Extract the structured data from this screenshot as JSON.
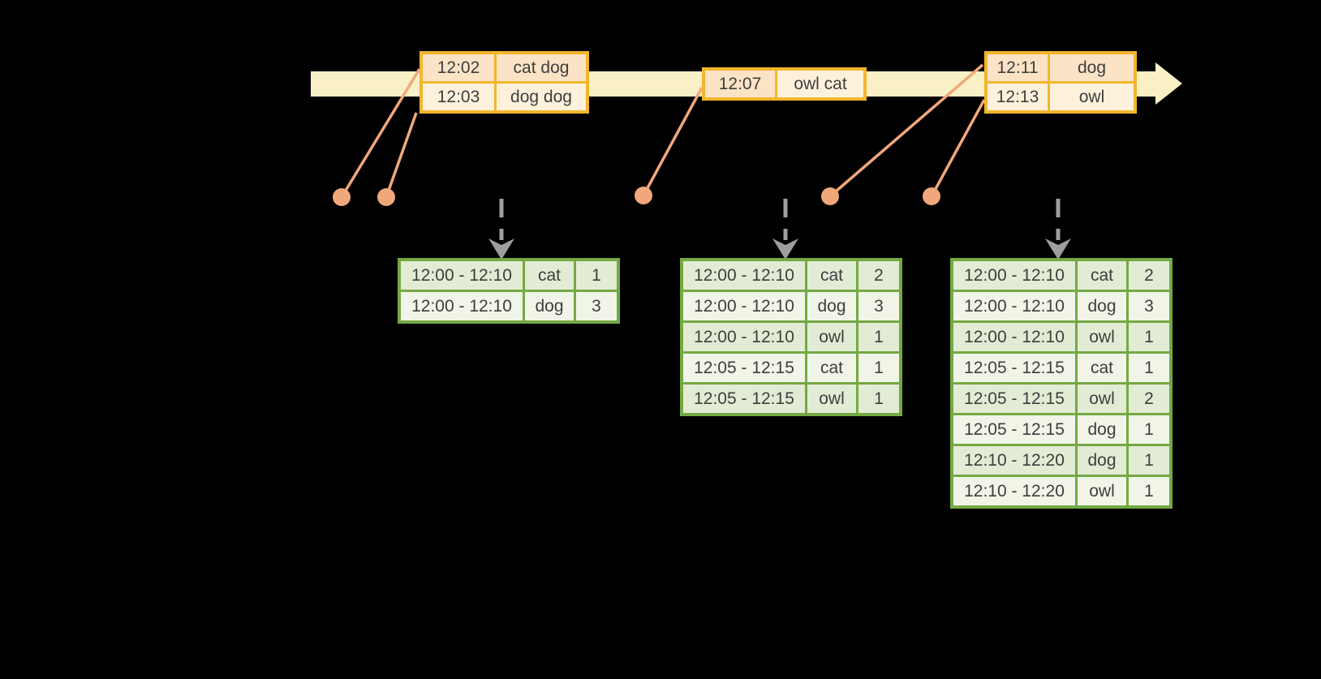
{
  "colors": {
    "gold": "#F2B62C",
    "peach-dark": "#FBE3C6",
    "peach-light": "#FDF1DC",
    "bar": "#FAF0C6",
    "orange": "#F0A87B",
    "green": "#75A944",
    "green-dark": "#E2EBD4",
    "green-light": "#F0F5E8",
    "gray": "#9E9E9E",
    "ink": "#3E3E3E"
  },
  "event_tables": [
    {
      "rows": [
        {
          "time": "12:02",
          "words": "cat dog"
        },
        {
          "time": "12:03",
          "words": "dog dog"
        }
      ]
    },
    {
      "rows": [
        {
          "time": "12:07",
          "words": "owl cat"
        }
      ]
    },
    {
      "rows": [
        {
          "time": "12:11",
          "words": "dog"
        },
        {
          "time": "12:13",
          "words": "owl"
        }
      ]
    }
  ],
  "result_tables": [
    {
      "rows": [
        [
          "12:00 - 12:10",
          "cat",
          "1"
        ],
        [
          "12:00 - 12:10",
          "dog",
          "3"
        ]
      ]
    },
    {
      "rows": [
        [
          "12:00 - 12:10",
          "cat",
          "2"
        ],
        [
          "12:00 - 12:10",
          "dog",
          "3"
        ],
        [
          "12:00 - 12:10",
          "owl",
          "1"
        ],
        [
          "12:05 - 12:15",
          "cat",
          "1"
        ],
        [
          "12:05 - 12:15",
          "owl",
          "1"
        ]
      ]
    },
    {
      "rows": [
        [
          "12:00 - 12:10",
          "cat",
          "2"
        ],
        [
          "12:00 - 12:10",
          "dog",
          "3"
        ],
        [
          "12:00 - 12:10",
          "owl",
          "1"
        ],
        [
          "12:05 - 12:15",
          "cat",
          "1"
        ],
        [
          "12:05 - 12:15",
          "owl",
          "2"
        ],
        [
          "12:05 - 12:15",
          "dog",
          "1"
        ],
        [
          "12:10 - 12:20",
          "dog",
          "1"
        ],
        [
          "12:10 - 12:20",
          "owl",
          "1"
        ]
      ]
    }
  ]
}
